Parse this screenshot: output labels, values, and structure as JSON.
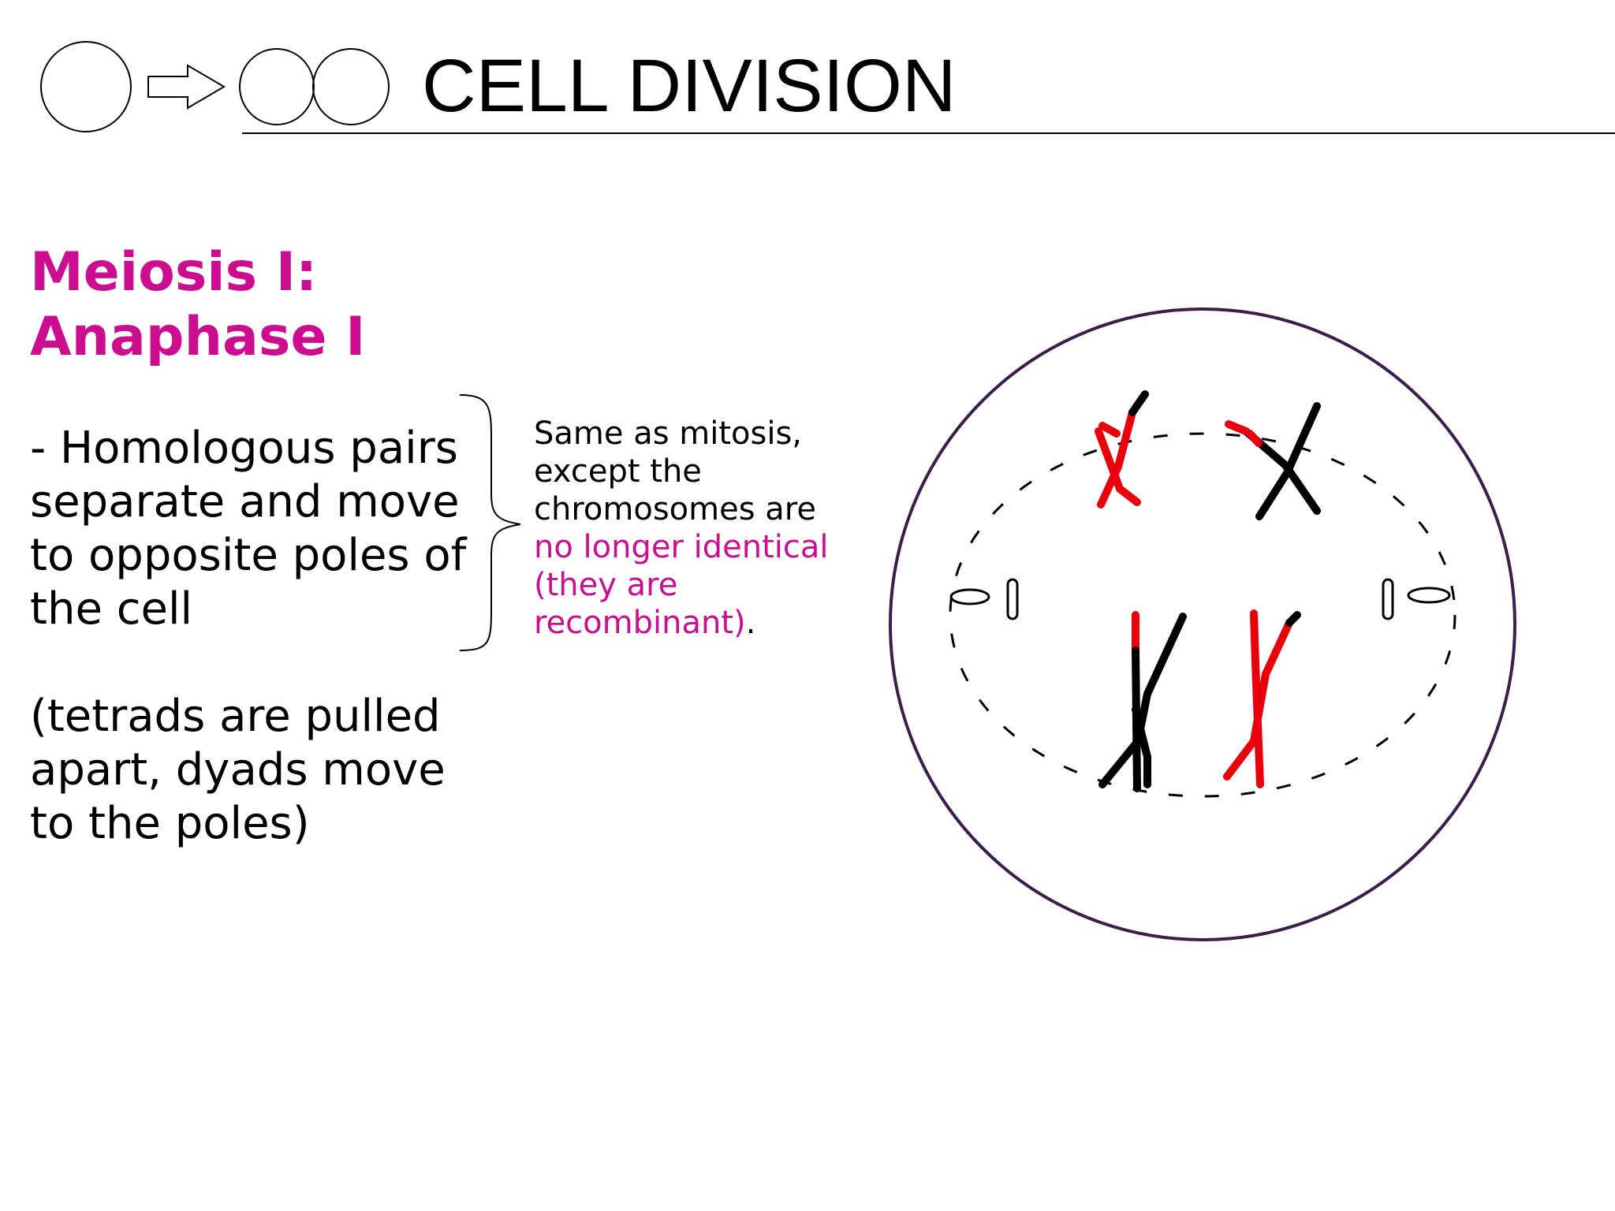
{
  "title": "CELL DIVISION",
  "heading": {
    "line1": "Meiosis I:",
    "line2": "Anaphase I"
  },
  "main_point": {
    "line1": "- Homologous pairs",
    "line2": "separate and move",
    "line3": "to opposite poles of",
    "line4": "the cell"
  },
  "note": {
    "line1": "(tetrads are pulled",
    "line2": "apart, dyads move",
    "line3": "to the poles)"
  },
  "side_note": {
    "line1": "Same as mitosis,",
    "line2": "except the",
    "line3": "chromosomes are",
    "line4": "no longer identical",
    "line5": "(they are",
    "line6": "recombinant)",
    "line6_end": "."
  },
  "colors": {
    "accent": "#cc0d8f",
    "chromosome_red": "#e8000c",
    "chromosome_black": "#000000",
    "cell_membrane": "#3d1d4a"
  },
  "icons": [
    "one-cell-icon",
    "right-arrow-icon",
    "two-cells-icon"
  ]
}
